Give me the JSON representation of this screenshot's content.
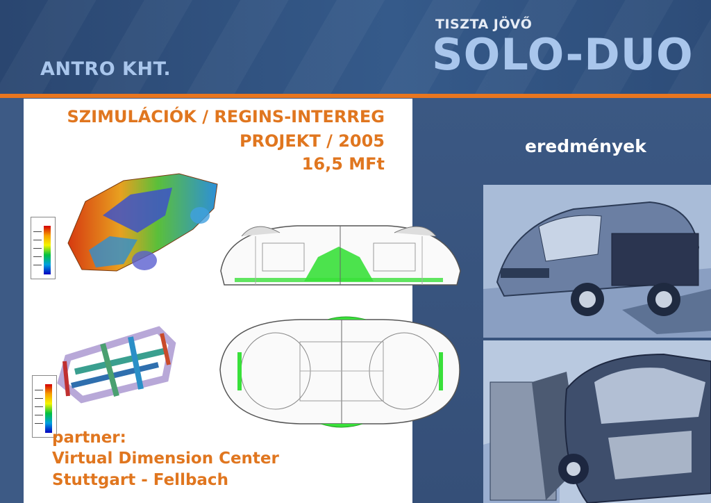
{
  "header": {
    "company": "ANTRO KHT.",
    "tagline": "TISZTA JÖVŐ",
    "product": "SOLO-DUO"
  },
  "project": {
    "line1": "SZIMULÁCIÓK / REGINS-INTERREG",
    "line2": "PROJEKT / 2005",
    "line3": "16,5 MFt"
  },
  "partner": {
    "label": "partner:",
    "name": "Virtual Dimension Center",
    "location": "Stuttgart - Fellbach"
  },
  "results_label": "eredmények",
  "colors": {
    "accent_orange": "#e0761f",
    "header_blue": "#2a4670",
    "title_light_blue": "#a9c6ec",
    "fem_green": "#39e03a"
  }
}
